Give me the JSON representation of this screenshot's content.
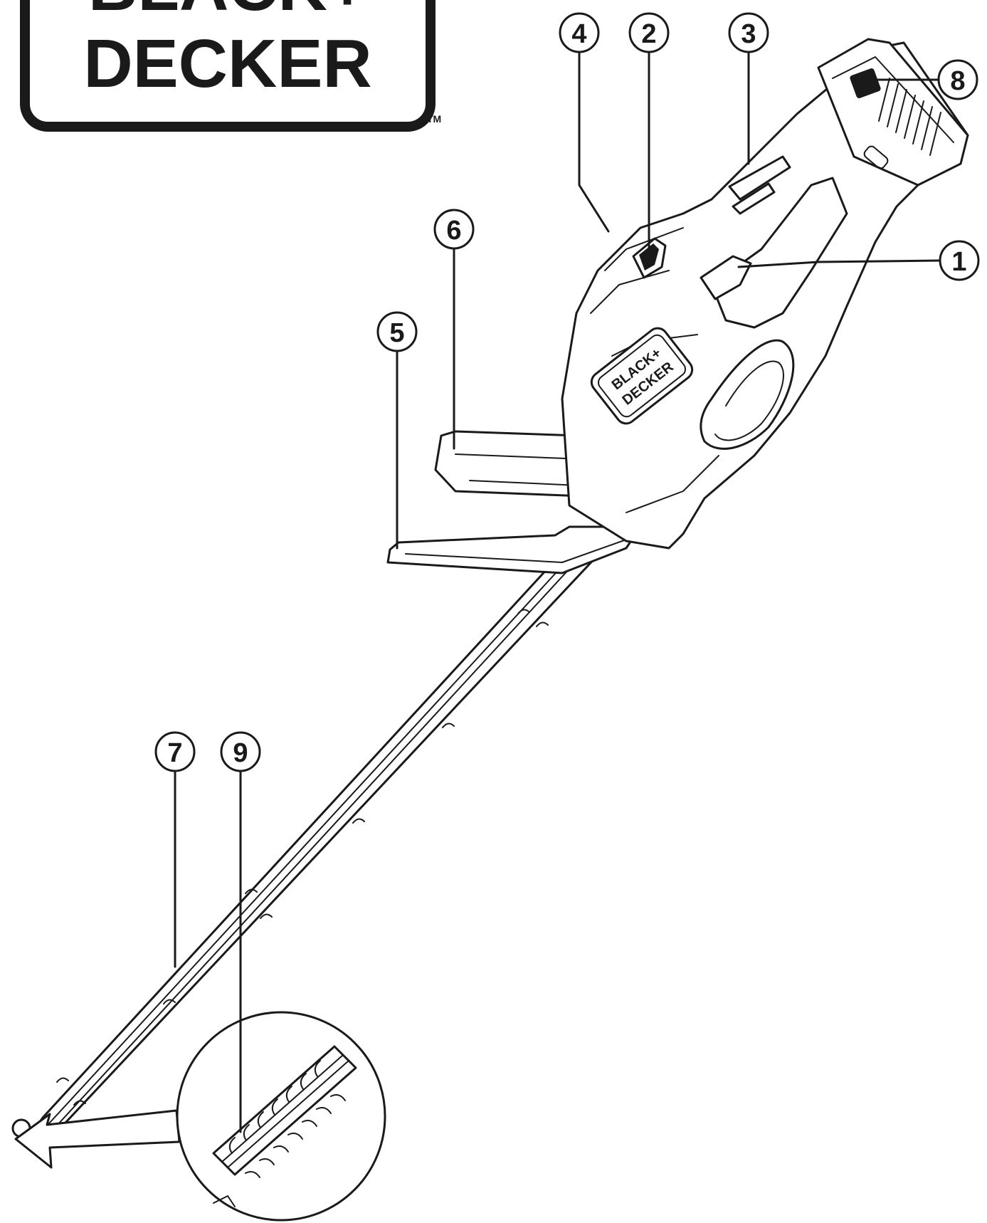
{
  "logo": {
    "line1": "BLACK+",
    "line2": "DECKER",
    "trademark": "TM"
  },
  "tool_badge": {
    "line1": "BLACK+",
    "line2": "DECKER"
  },
  "callouts": [
    {
      "number": "1"
    },
    {
      "number": "2"
    },
    {
      "number": "3"
    },
    {
      "number": "4"
    },
    {
      "number": "5"
    },
    {
      "number": "6"
    },
    {
      "number": "7"
    },
    {
      "number": "8"
    },
    {
      "number": "9"
    }
  ],
  "colors": {
    "ink": "#1a1a1a",
    "paper": "#ffffff"
  }
}
